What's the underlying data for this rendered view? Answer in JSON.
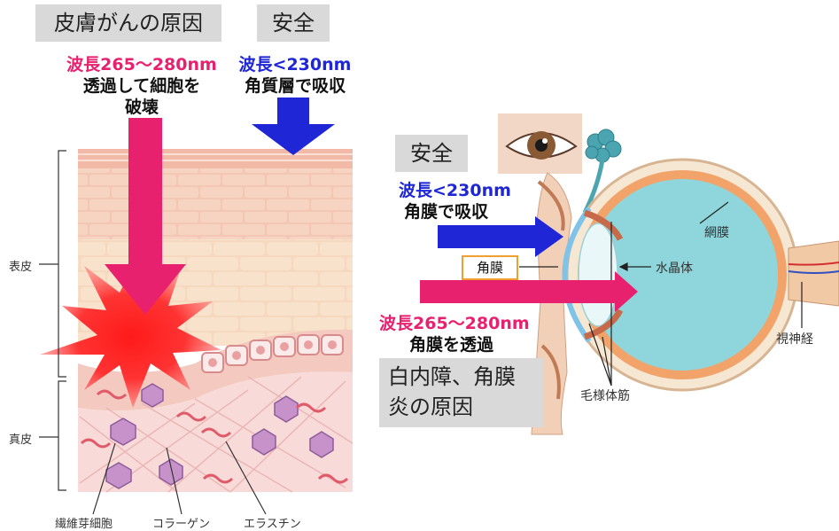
{
  "skin": {
    "cause_title": "皮膚がんの原因",
    "safe_title": "安全",
    "harmful_wavelength": "波長265〜280nm",
    "harmful_desc_line1": "透過して細胞を",
    "harmful_desc_line2": "破壊",
    "safe_wavelength": "波長<230nm",
    "safe_desc": "角質層で吸収",
    "labels": {
      "epidermis": "表皮",
      "dermis": "真皮",
      "fibroblast": "繊維芽細胞",
      "collagen": "コラーゲン",
      "elastin": "エラスチン"
    }
  },
  "eye": {
    "safe_title": "安全",
    "safe_wavelength": "波長<230nm",
    "safe_desc": "角膜で吸収",
    "cornea": "角膜",
    "lens": "水晶体",
    "retina": "網膜",
    "optic_nerve": "視神経",
    "ciliary_muscle": "毛様体筋",
    "harmful_wavelength": "波長265〜280nm",
    "harmful_desc": "角膜を透過",
    "cause_line1": "白内障、角膜",
    "cause_line2": "炎の原因"
  },
  "colors": {
    "harmful": "#e8216f",
    "safe": "#1e26d6",
    "box_gray": "#d9d9d9",
    "cornea_border": "#f0a030"
  }
}
